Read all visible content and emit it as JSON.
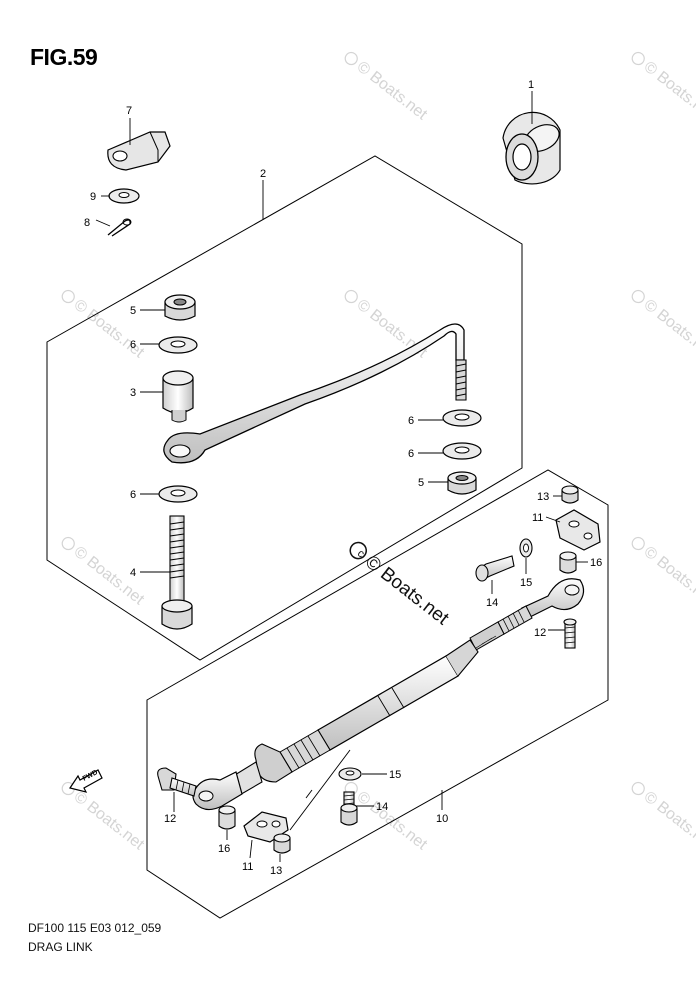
{
  "figure": {
    "title": "FIG.59",
    "code": "DF100 115 E03 012_059",
    "name": "DRAG LINK"
  },
  "watermark": {
    "text": "© Boats.net",
    "center_text": "© Boats.net"
  },
  "fwd_label": "FWD",
  "callouts": [
    {
      "id": "c1",
      "text": "1"
    },
    {
      "id": "c2",
      "text": "2"
    },
    {
      "id": "c3",
      "text": "3"
    },
    {
      "id": "c4",
      "text": "4"
    },
    {
      "id": "c5a",
      "text": "5"
    },
    {
      "id": "c5b",
      "text": "5"
    },
    {
      "id": "c6a",
      "text": "6"
    },
    {
      "id": "c6b",
      "text": "6"
    },
    {
      "id": "c6c",
      "text": "6"
    },
    {
      "id": "c6d",
      "text": "6"
    },
    {
      "id": "c7",
      "text": "7"
    },
    {
      "id": "c8",
      "text": "8"
    },
    {
      "id": "c9",
      "text": "9"
    },
    {
      "id": "c10",
      "text": "10"
    },
    {
      "id": "c11a",
      "text": "11"
    },
    {
      "id": "c11b",
      "text": "11"
    },
    {
      "id": "c12a",
      "text": "12"
    },
    {
      "id": "c12b",
      "text": "12"
    },
    {
      "id": "c13a",
      "text": "13"
    },
    {
      "id": "c13b",
      "text": "13"
    },
    {
      "id": "c14a",
      "text": "14"
    },
    {
      "id": "c14b",
      "text": "14"
    },
    {
      "id": "c15a",
      "text": "15"
    },
    {
      "id": "c15b",
      "text": "15"
    },
    {
      "id": "c16a",
      "text": "16"
    },
    {
      "id": "c16b",
      "text": "16"
    }
  ]
}
